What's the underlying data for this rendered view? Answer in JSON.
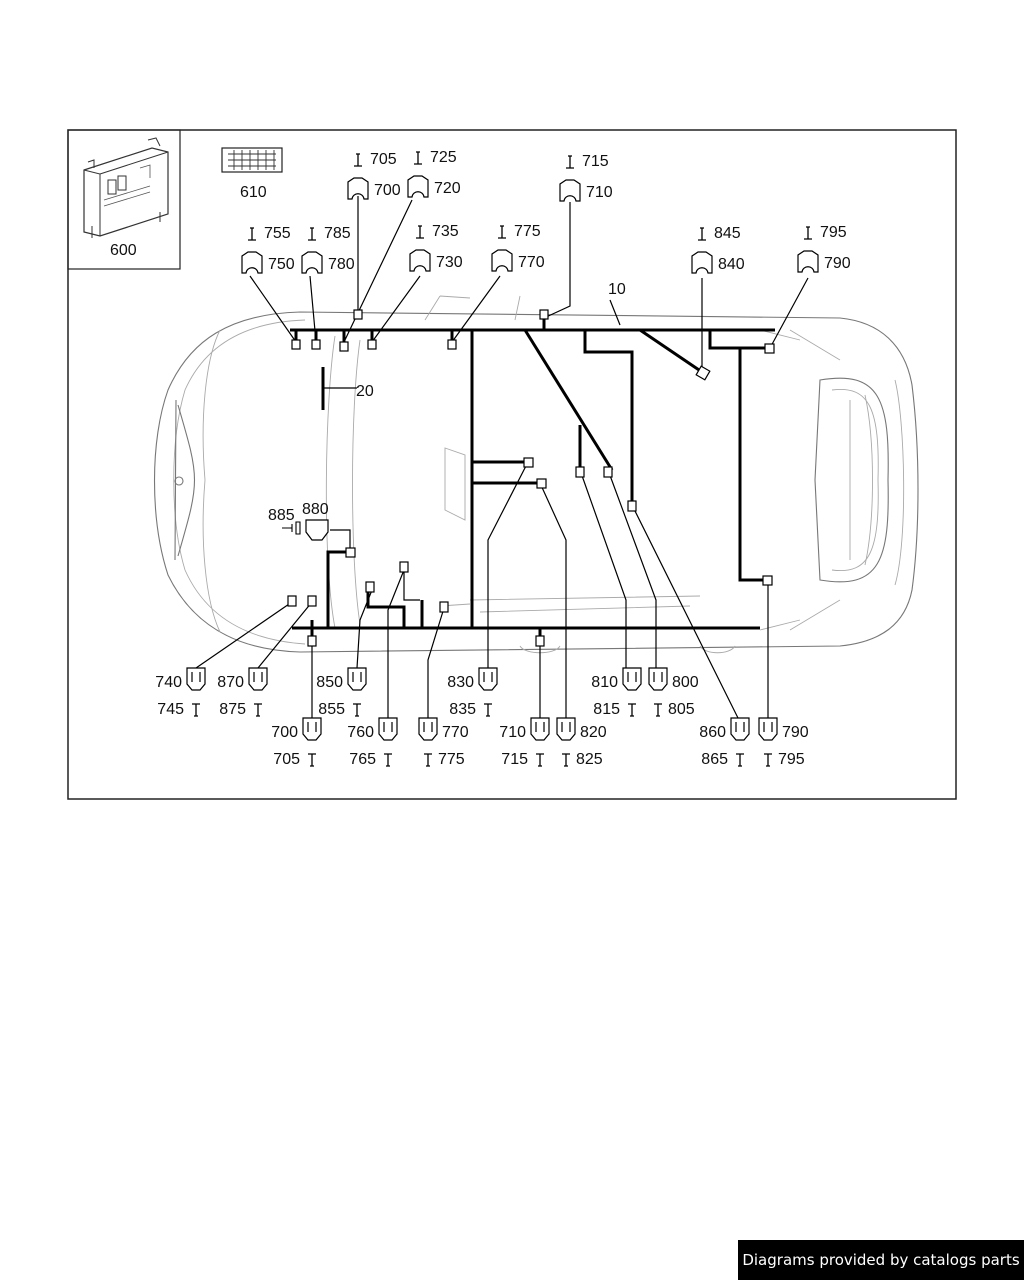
{
  "watermark": "Diagrams provided by catalogs parts",
  "inset_labels": {
    "module": "600",
    "connector_block": "610"
  },
  "harness_labels": {
    "main": "10",
    "sub": "20"
  },
  "top_connectors": [
    {
      "id": "c700",
      "plug": "700",
      "terminal": "705"
    },
    {
      "id": "c720",
      "plug": "720",
      "terminal": "725"
    },
    {
      "id": "c710",
      "plug": "710",
      "terminal": "715"
    },
    {
      "id": "c750",
      "plug": "750",
      "terminal": "755"
    },
    {
      "id": "c780",
      "plug": "780",
      "terminal": "785"
    },
    {
      "id": "c730",
      "plug": "730",
      "terminal": "735"
    },
    {
      "id": "c770",
      "plug": "770",
      "terminal": "775"
    },
    {
      "id": "c840",
      "plug": "840",
      "terminal": "845"
    },
    {
      "id": "c790",
      "plug": "790",
      "terminal": "795"
    }
  ],
  "side_connector": {
    "plug": "880",
    "terminal": "885"
  },
  "bottom_connectors": [
    {
      "id": "b740",
      "plug": "740",
      "terminal": "745"
    },
    {
      "id": "b870",
      "plug": "870",
      "terminal": "875"
    },
    {
      "id": "b700",
      "plug": "700",
      "terminal": "705"
    },
    {
      "id": "b850",
      "plug": "850",
      "terminal": "855"
    },
    {
      "id": "b760",
      "plug": "760",
      "terminal": "765"
    },
    {
      "id": "b770",
      "plug": "770",
      "terminal": "775"
    },
    {
      "id": "b830",
      "plug": "830",
      "terminal": "835"
    },
    {
      "id": "b710",
      "plug": "710",
      "terminal": "715"
    },
    {
      "id": "b820",
      "plug": "820",
      "terminal": "825"
    },
    {
      "id": "b810",
      "plug": "810",
      "terminal": "815"
    },
    {
      "id": "b800",
      "plug": "800",
      "terminal": "805"
    },
    {
      "id": "b860",
      "plug": "860",
      "terminal": "865"
    },
    {
      "id": "b790",
      "plug": "790",
      "terminal": "795"
    }
  ]
}
